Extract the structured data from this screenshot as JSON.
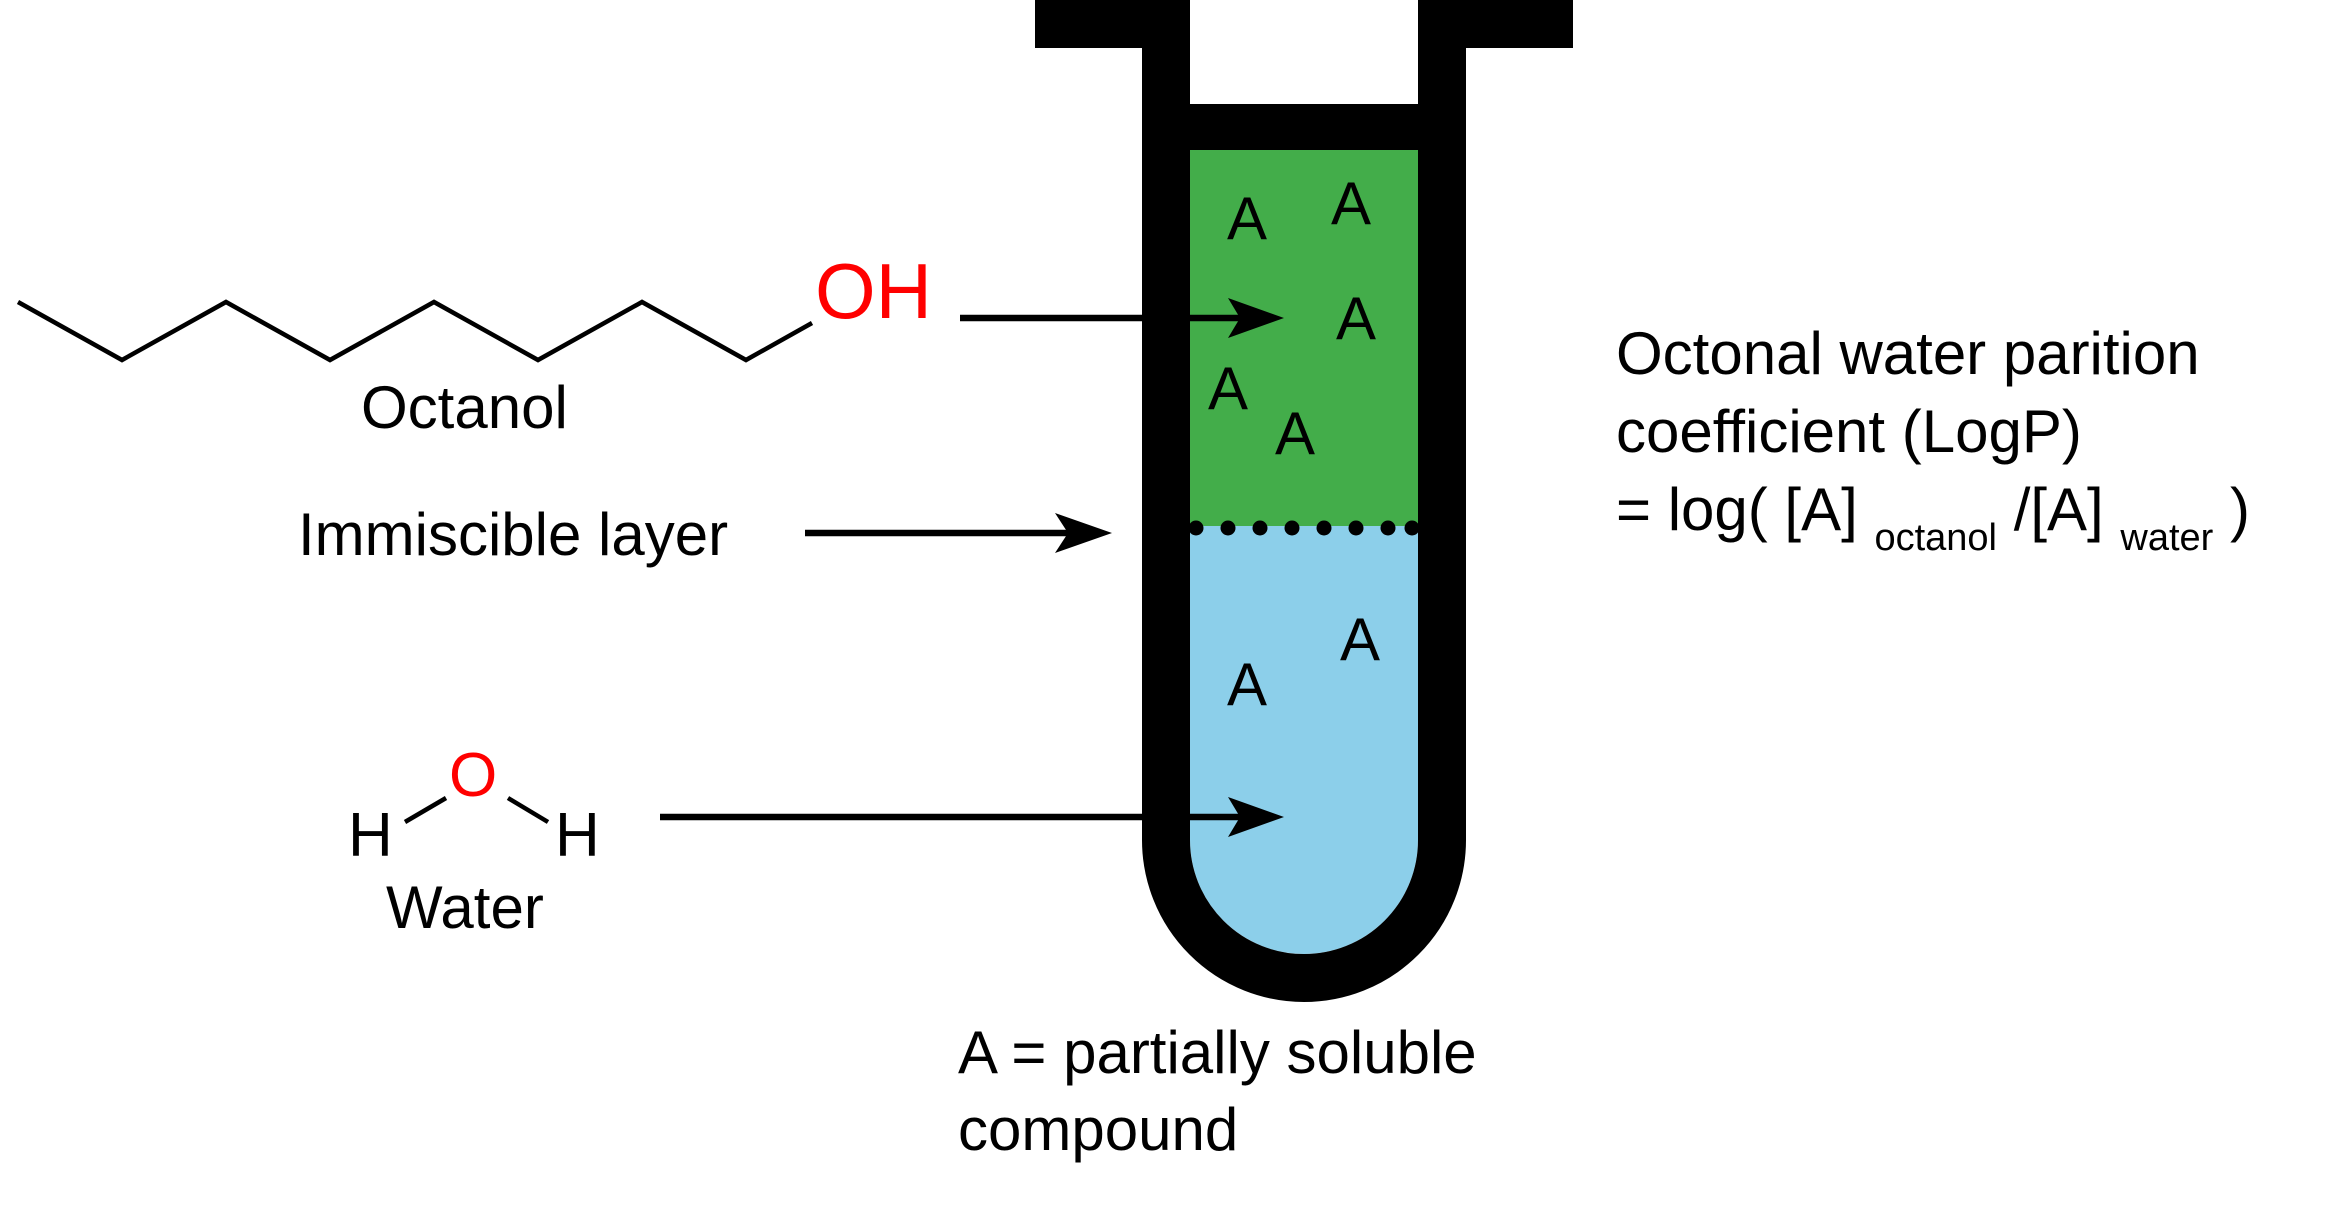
{
  "colors": {
    "octanol_layer": "#43ad4a",
    "water_layer": "#8ccfea",
    "tube_outline": "#000000",
    "heteroatom": "#ff0000",
    "text": "#000000"
  },
  "octanol": {
    "oh_label": "OH",
    "name": "Octanol"
  },
  "water": {
    "o_label": "O",
    "h_left": "H",
    "h_right": "H",
    "name": "Water"
  },
  "immiscible_layer_label": "Immiscible layer",
  "compound_symbol": "A",
  "legend": {
    "line1": "A = partially soluble",
    "line2": "compound"
  },
  "equation": {
    "line1": "Octonal water parition",
    "line2": "coefficient (LogP)",
    "line3_prefix": "= log( [A]",
    "sub_octanol": "octanol",
    "line3_mid": "/[A]",
    "sub_water": "water",
    "line3_suffix": ")"
  }
}
